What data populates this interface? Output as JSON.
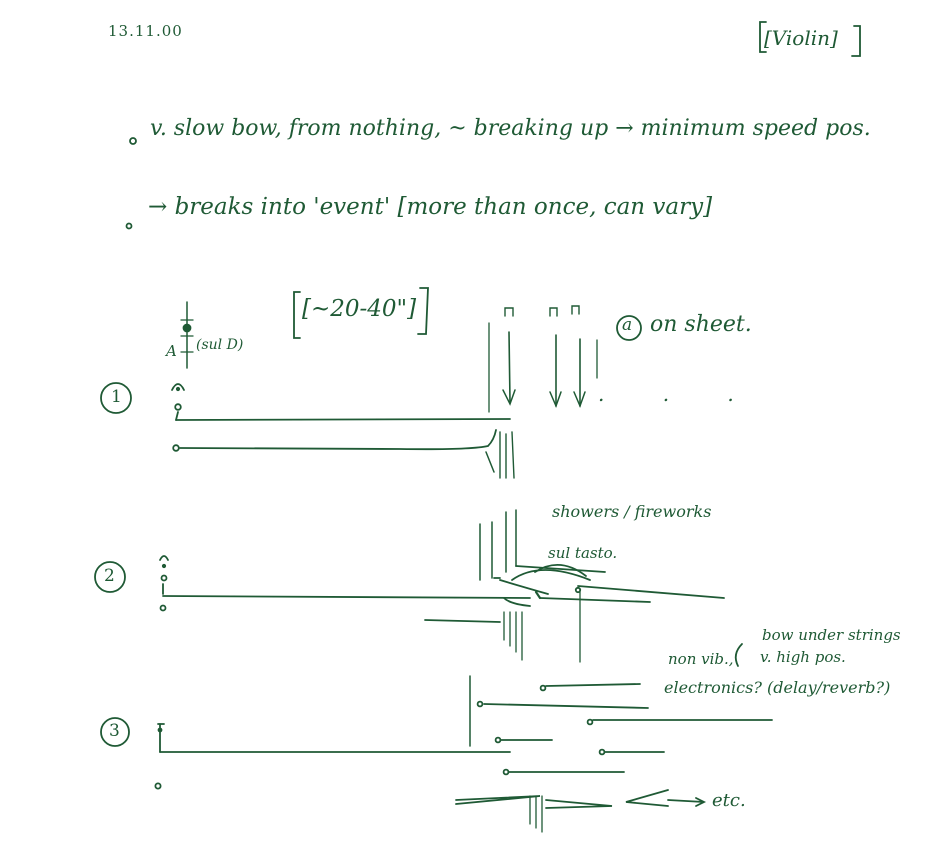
{
  "header": {
    "date": "13.11.00",
    "instrument": "[Violin]"
  },
  "notes": [
    "v. slow bow, from nothing, ~ breaking up → minimum speed pos.",
    "→ breaks into 'event' [more than once, can vary]"
  ],
  "duration": "[~20-40\"]",
  "sheet_note": "on sheet.",
  "sheet_marker": "a",
  "section1": {
    "number": "1",
    "pitch": "A",
    "string": "(sul D)",
    "ellipsis": ". . ."
  },
  "section2": {
    "number": "2",
    "annot_1": "showers / fireworks",
    "annot_2": "sul tasto."
  },
  "section3": {
    "number": "3",
    "annot_1": "non vib.,",
    "annot_2": "electronics? (delay/reverb?)",
    "annot_3": "bow under strings",
    "annot_4": "v. high pos.",
    "etc": "etc."
  },
  "colors": {
    "ink": "#1f5a35",
    "paper": "#ffffff"
  }
}
